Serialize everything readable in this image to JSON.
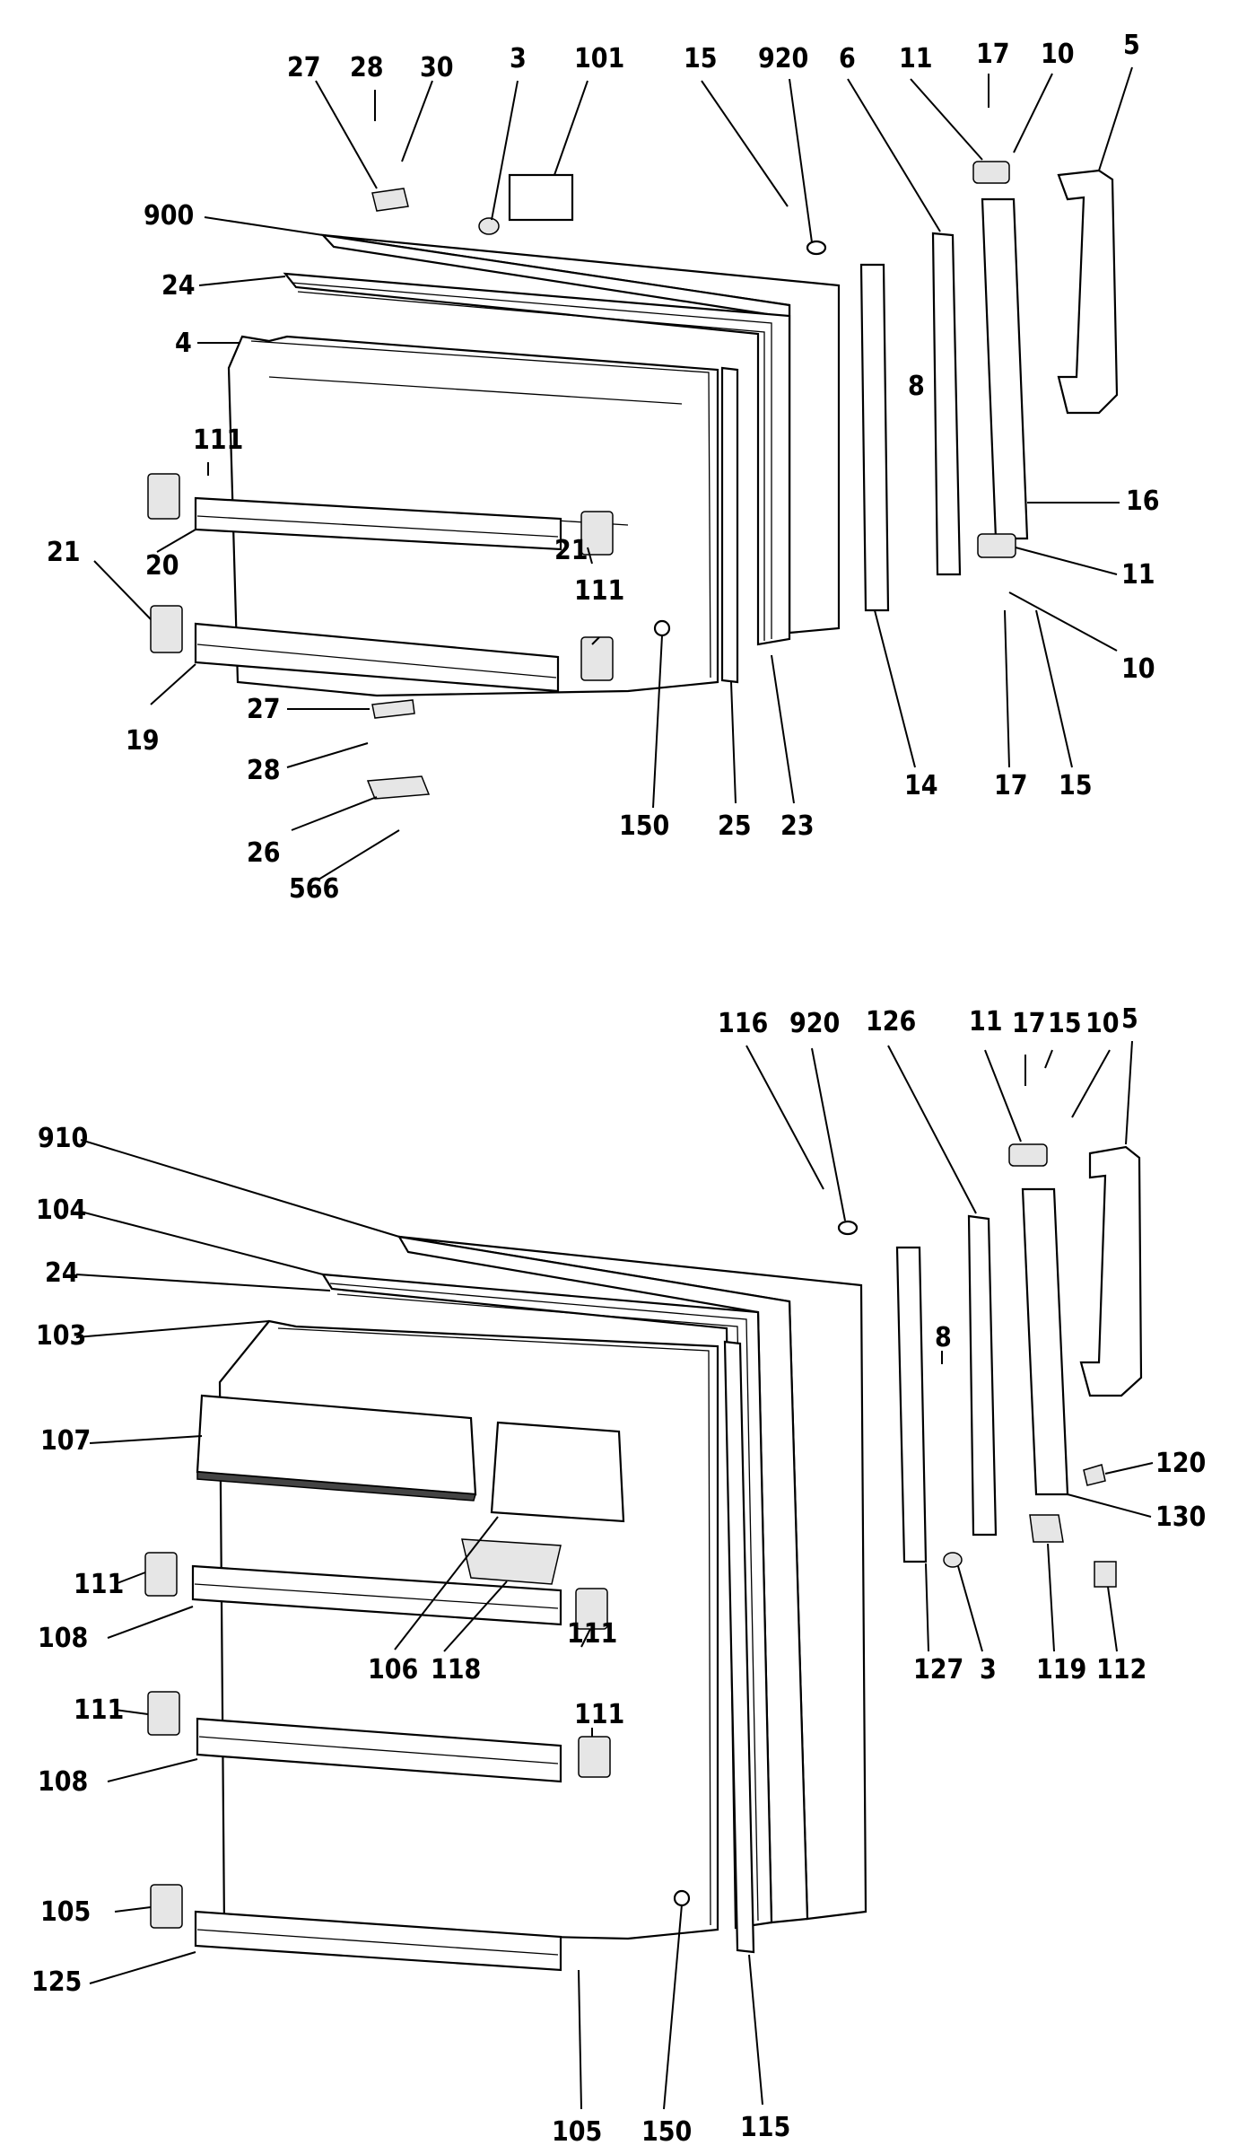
{
  "diagram": {
    "labels": {
      "t_27": "27",
      "t_28": "28",
      "t_30": "30",
      "t_3": "3",
      "t_101": "101",
      "t_15a": "15",
      "t_920a": "920",
      "t_6": "6",
      "t_11a": "11",
      "t_17a": "17",
      "t_10a": "10",
      "t_5a": "5",
      "t_900": "900",
      "t_24a": "24",
      "t_4": "4",
      "t_8a": "8",
      "t_16": "16",
      "t_111a": "111",
      "t_21a": "21",
      "t_20": "20",
      "t_111b": "111",
      "t_11b": "11",
      "t_21b": "21",
      "t_10b": "10",
      "t_19": "19",
      "t_27b": "27",
      "t_28b": "28",
      "t_26": "26",
      "t_566": "566",
      "t_150a": "150",
      "t_25": "25",
      "t_23": "23",
      "t_14": "14",
      "t_17b": "17",
      "t_15b": "15",
      "b_116": "116",
      "b_920": "920",
      "b_126": "126",
      "b_11": "11",
      "b_17": "17",
      "b_15": "15",
      "b_10": "10",
      "b_5": "5",
      "b_910": "910",
      "b_104": "104",
      "b_24": "24",
      "b_103": "103",
      "b_8": "8",
      "b_107": "107",
      "b_120": "120",
      "b_130": "130",
      "b_111a": "111",
      "b_108a": "108",
      "b_106": "106",
      "b_118": "118",
      "b_111b": "111",
      "b_127": "127",
      "b_3": "3",
      "b_119": "119",
      "b_112": "112",
      "b_111c": "111",
      "b_108b": "108",
      "b_105a": "105",
      "b_125": "125",
      "b_105b": "105",
      "b_150": "150",
      "b_115": "115"
    }
  }
}
